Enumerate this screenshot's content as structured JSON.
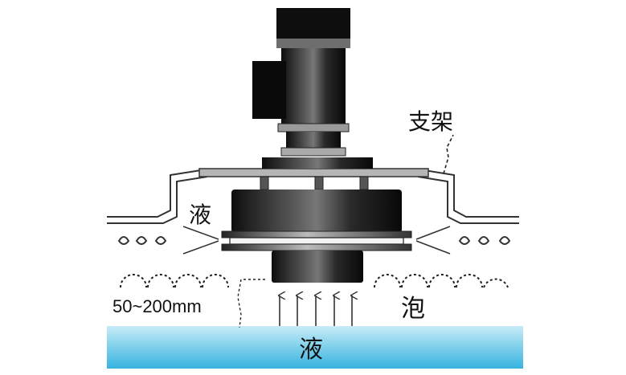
{
  "labels": {
    "bracket": "支架",
    "liquid_inlet": "液",
    "foam": "泡",
    "distance": "50~200mm",
    "liquid_pool": "液"
  },
  "colors": {
    "liquid_top": "#bfe9f6",
    "liquid_bottom": "#38b8e0",
    "machine_dark": "#111111",
    "machine_mid": "#3a3a3a",
    "machine_light": "#8a8a8a",
    "outline": "#222222"
  }
}
